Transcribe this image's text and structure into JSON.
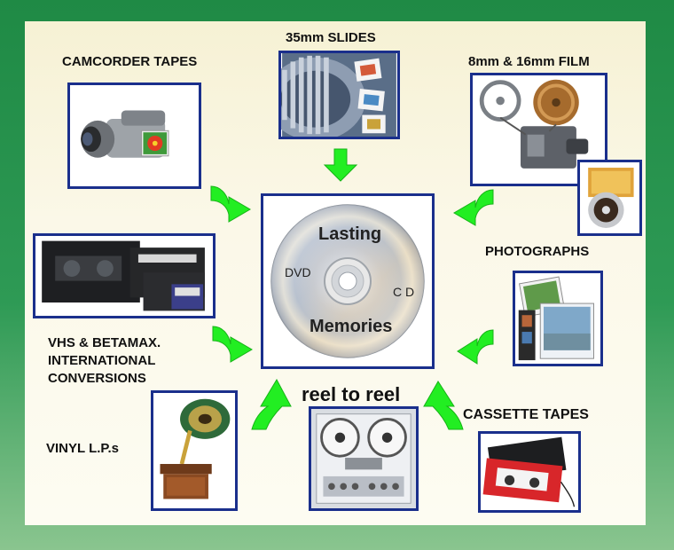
{
  "center": {
    "line1": "Lasting",
    "line2": "Memories",
    "left": "DVD",
    "right": "C D"
  },
  "labels": {
    "camcorder": "CAMCORDER TAPES",
    "slides": "35mm  SLIDES",
    "film": "8mm & 16mm FILM",
    "photos": "PHOTOGRAPHS",
    "vhs_line1": "VHS &  BETAMAX.",
    "vhs_line2": "INTERNATIONAL",
    "vhs_line3": "CONVERSIONS",
    "vinyl": "VINYL L.P.s",
    "reel": "reel to reel",
    "cassette": "CASSETTE TAPES"
  },
  "colors": {
    "arrow": "#22ee22",
    "frame": "#1a2f8c",
    "background": "#2e9a55",
    "panel": "#f8f4dc"
  },
  "icons": [
    "camcorder-icon",
    "slide-carousel-icon",
    "film-projector-icon",
    "film-reel-icon",
    "videotape-icon",
    "photographs-icon",
    "gramophone-icon",
    "reel-to-reel-recorder-icon",
    "cassette-tape-icon",
    "disc-icon"
  ]
}
